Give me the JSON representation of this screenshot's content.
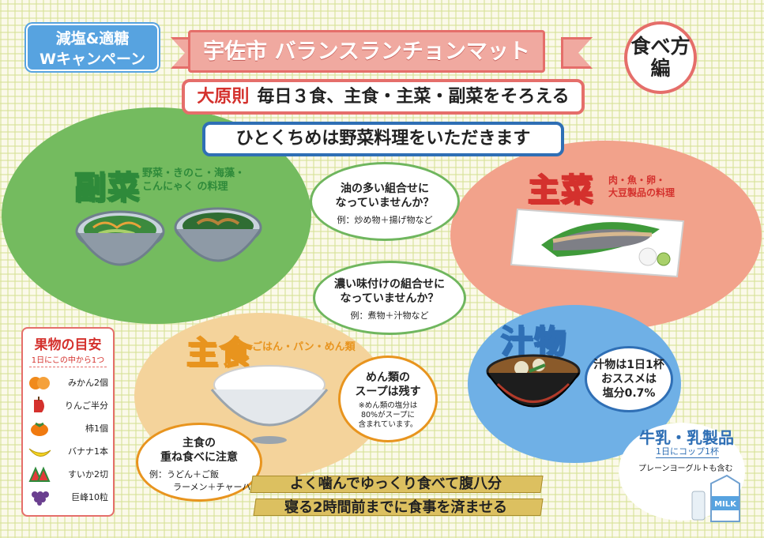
{
  "campaign": {
    "line1": "減塩&適糖",
    "line2": "Wキャンペーン"
  },
  "title": "宇佐市 バランスランチョンマット",
  "howto": {
    "line1": "食べ方",
    "line2": "編"
  },
  "principle": {
    "label": "大原則",
    "text": "毎日３食、主食・主菜・副菜をそろえる"
  },
  "veg_first": "ひとくちめは野菜料理をいただきます",
  "fukusai": {
    "title": "副菜",
    "sub1": "野菜・きのこ・海藻・",
    "sub2": "こんにゃく の料理"
  },
  "shusai": {
    "title": "主菜",
    "sub1": "肉・魚・卵・",
    "sub2": "大豆製品の料理"
  },
  "shushoku": {
    "title": "主食",
    "sub": "ごはん・パン・めん類"
  },
  "shirumono": {
    "title": "汁物"
  },
  "bubbles": {
    "oil": {
      "line1": "油の多い組合せに",
      "line2": "なっていませんか？",
      "example": "例：炒め物＋揚げ物など"
    },
    "strong": {
      "line1": "濃い味付けの組合せに",
      "line2": "なっていませんか？",
      "example": "例：煮物＋汁物など"
    },
    "noodle": {
      "line1": "めん類の",
      "line2": "スープは残す",
      "note1": "※めん類の塩分は",
      "note2": "80%がスープに",
      "note3": "含まれています。"
    },
    "double": {
      "line1": "主食の",
      "line2": "重ね食べに注意",
      "ex1": "例：うどん＋ご飯",
      "ex2": "ラーメン＋チャーハン"
    },
    "soup": {
      "line1": "汁物は1日1杯",
      "line2": "おススメは",
      "line3": "塩分0.7%"
    }
  },
  "fruit": {
    "title": "果物の目安",
    "sub": "1日にこの中から1つ",
    "items": [
      {
        "label": "みかん2個",
        "icon": "mandarin-icon",
        "color": "#f08a1c"
      },
      {
        "label": "りんご半分",
        "icon": "apple-icon",
        "color": "#d4312d"
      },
      {
        "label": "柿1個",
        "icon": "persimmon-icon",
        "color": "#f07a10"
      },
      {
        "label": "バナナ1本",
        "icon": "banana-icon",
        "color": "#f5d320"
      },
      {
        "label": "すいか2切",
        "icon": "watermelon-icon",
        "color": "#e23a3a"
      },
      {
        "label": "巨峰10粒",
        "icon": "grapes-icon",
        "color": "#6a3f8f"
      }
    ]
  },
  "milk": {
    "title": "牛乳・乳製品",
    "sub": "1日にコップ1杯",
    "note": "プレーンヨーグルトも含む",
    "carton_label": "MILK"
  },
  "slogans": {
    "line1": "よく噛んでゆっくり食べて腹八分",
    "line2": "寝る2時間前までに食事を済ませる"
  },
  "colors": {
    "green": "#6fb65e",
    "salmon": "#f2a28b",
    "blue": "#57a3e0",
    "tan": "#f2d29a",
    "red": "#d4312d"
  }
}
